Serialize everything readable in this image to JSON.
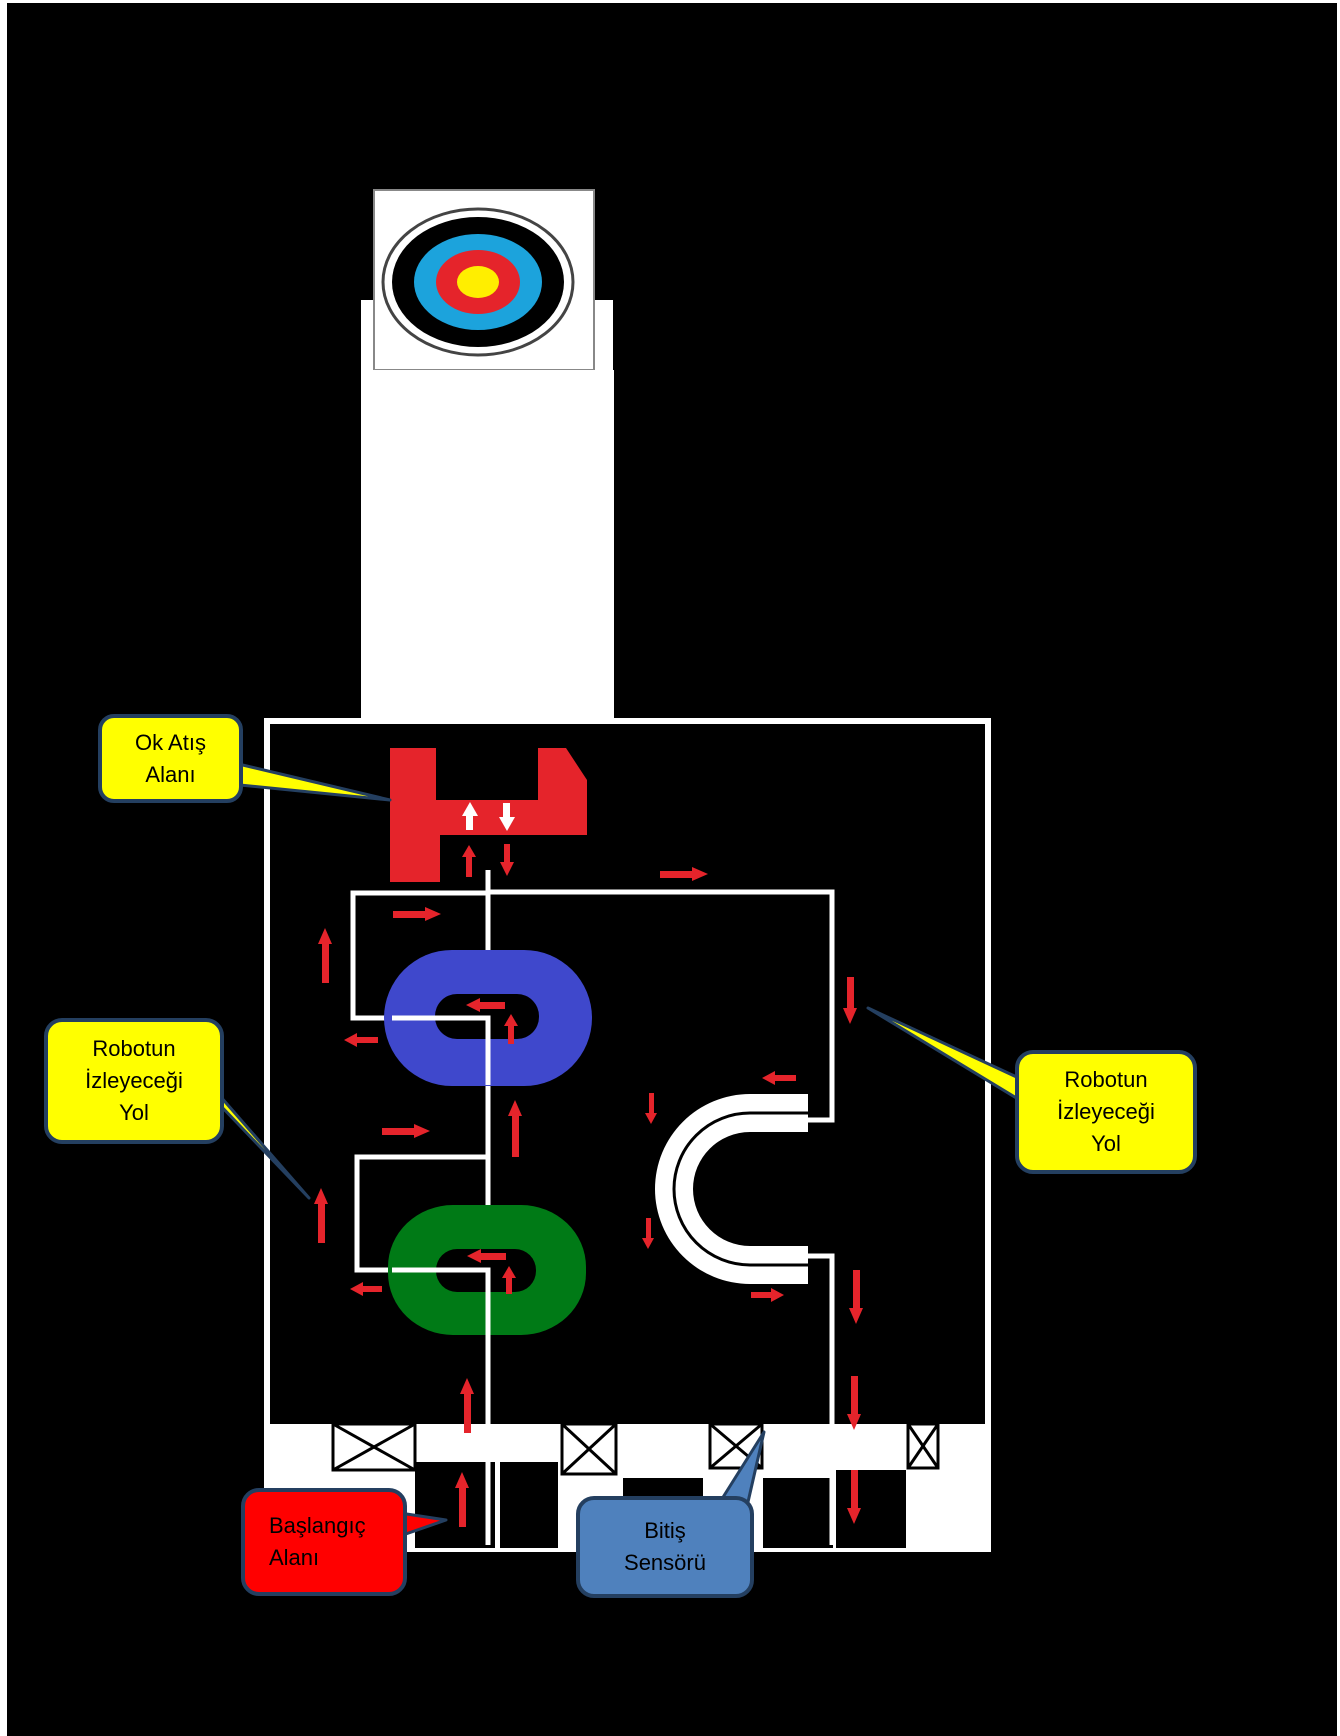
{
  "colors": {
    "background": "#000000",
    "page": "#ffffff",
    "track_line": "#ffffff",
    "arrow": "#e5242b",
    "zone_red": "#e5242b",
    "ring_blue": "#3f48cc",
    "ring_green": "#007a16",
    "callout_yellow": "#ffff00",
    "callout_red": "#ff0000",
    "callout_blue": "#4f81bd",
    "callout_border": "#243f60",
    "target_outer": "#000000",
    "target_blue": "#1ca3dc",
    "target_red": "#e5242b",
    "target_yellow": "#ffee00"
  },
  "icons": {
    "target": "archery-target-icon",
    "sensor": "finish-sensor-icon",
    "arrow": "direction-arrow-icon"
  },
  "callouts": {
    "shooting_area": "Ok Atış\nAlanı",
    "robot_path_left": "Robotun\nİzleyeceği\nYol",
    "robot_path_right": "Robotun\nİzleyeceği\nYol",
    "start_area": "Başlangıç\nAlanı",
    "finish_sensor": "Bitiş\nSensörü"
  }
}
